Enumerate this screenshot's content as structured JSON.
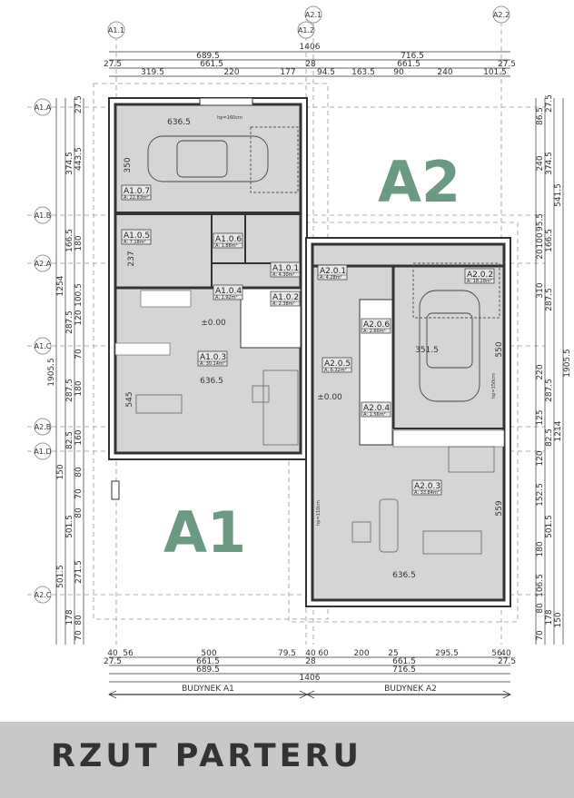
{
  "building_labels": {
    "a1": "A1",
    "a2": "A2",
    "color": "#6a9a82"
  },
  "title": "RZUT PARTERU",
  "axes": {
    "top": [
      "A1.1",
      "A1.2",
      "A2.1",
      "A2.2"
    ],
    "left": [
      "A1.A",
      "A1.B",
      "A2.A",
      "A1.C",
      "A2.B",
      "A1.D",
      "A2.C"
    ]
  },
  "dims_top": {
    "total": "1406",
    "row2": [
      "689.5",
      "716.5"
    ],
    "row3": [
      "27.5",
      "661.5",
      "28",
      "661.5",
      "27.5"
    ],
    "row4": [
      "319.5",
      "220",
      "177",
      "94.5",
      "163.5",
      "90",
      "240",
      "101.5"
    ]
  },
  "dims_bottom": {
    "row1": [
      "40",
      "56",
      "500",
      "79.5",
      "40",
      "60",
      "200",
      "25",
      "295.5",
      "56",
      "40"
    ],
    "row2": [
      "27.5",
      "661.5",
      "28",
      "661.5",
      "27.5"
    ],
    "row3": [
      "689.5",
      "716.5"
    ],
    "total": "1406",
    "buildings": [
      "BUDYNEK A1",
      "BUDYNEK A2"
    ]
  },
  "dims_left": [
    "1254",
    "1905.5",
    "374.5",
    "443.5",
    "27.5",
    "166.5",
    "180",
    "287.5",
    "100.5",
    "120",
    "70",
    "180",
    "287.5",
    "82.5",
    "160",
    "150",
    "80",
    "70",
    "501.5",
    "80",
    "271.5",
    "501.5",
    "178",
    "80",
    "70"
  ],
  "dims_right": [
    "86.5",
    "27.5",
    "240",
    "374.5",
    "541.5",
    "95.5",
    "100",
    "166.5",
    "20",
    "310",
    "287.5",
    "1905.5",
    "220",
    "287.5",
    "125",
    "82.5",
    "1214",
    "120",
    "152.5",
    "501.5",
    "180",
    "106.5",
    "80",
    "178",
    "150",
    "70"
  ],
  "rooms": [
    {
      "id": "A1.0.7",
      "area": "A: 22.83m²"
    },
    {
      "id": "A1.0.5",
      "area": "A: 7.18m²"
    },
    {
      "id": "A1.0.6",
      "area": "A: 1.88m²"
    },
    {
      "id": "A1.0.1",
      "area": "A: 4.30m²"
    },
    {
      "id": "A1.0.4",
      "area": "A: 1.92m²"
    },
    {
      "id": "A1.0.2",
      "area": "A: 2.38m²"
    },
    {
      "id": "A1.0.3",
      "area": "A: 30.14m²"
    },
    {
      "id": "A2.0.1",
      "area": "A: 4.28m²"
    },
    {
      "id": "A2.0.2",
      "area": "A: 18.28m²"
    },
    {
      "id": "A2.0.6",
      "area": "A: 2.60m²"
    },
    {
      "id": "A2.0.5",
      "area": "A: 6.32m²"
    },
    {
      "id": "A2.0.4",
      "area": "A: 1.56m²"
    },
    {
      "id": "A2.0.3",
      "area": "A: 33.84m²"
    }
  ],
  "inner_dims": [
    "636.5",
    "350",
    "636.5",
    "545",
    "351.5",
    "550",
    "636.5",
    "559",
    "237",
    "hp=160cm",
    "hp=150cm",
    "hp=110cm",
    "±0.00",
    "±0.00"
  ]
}
